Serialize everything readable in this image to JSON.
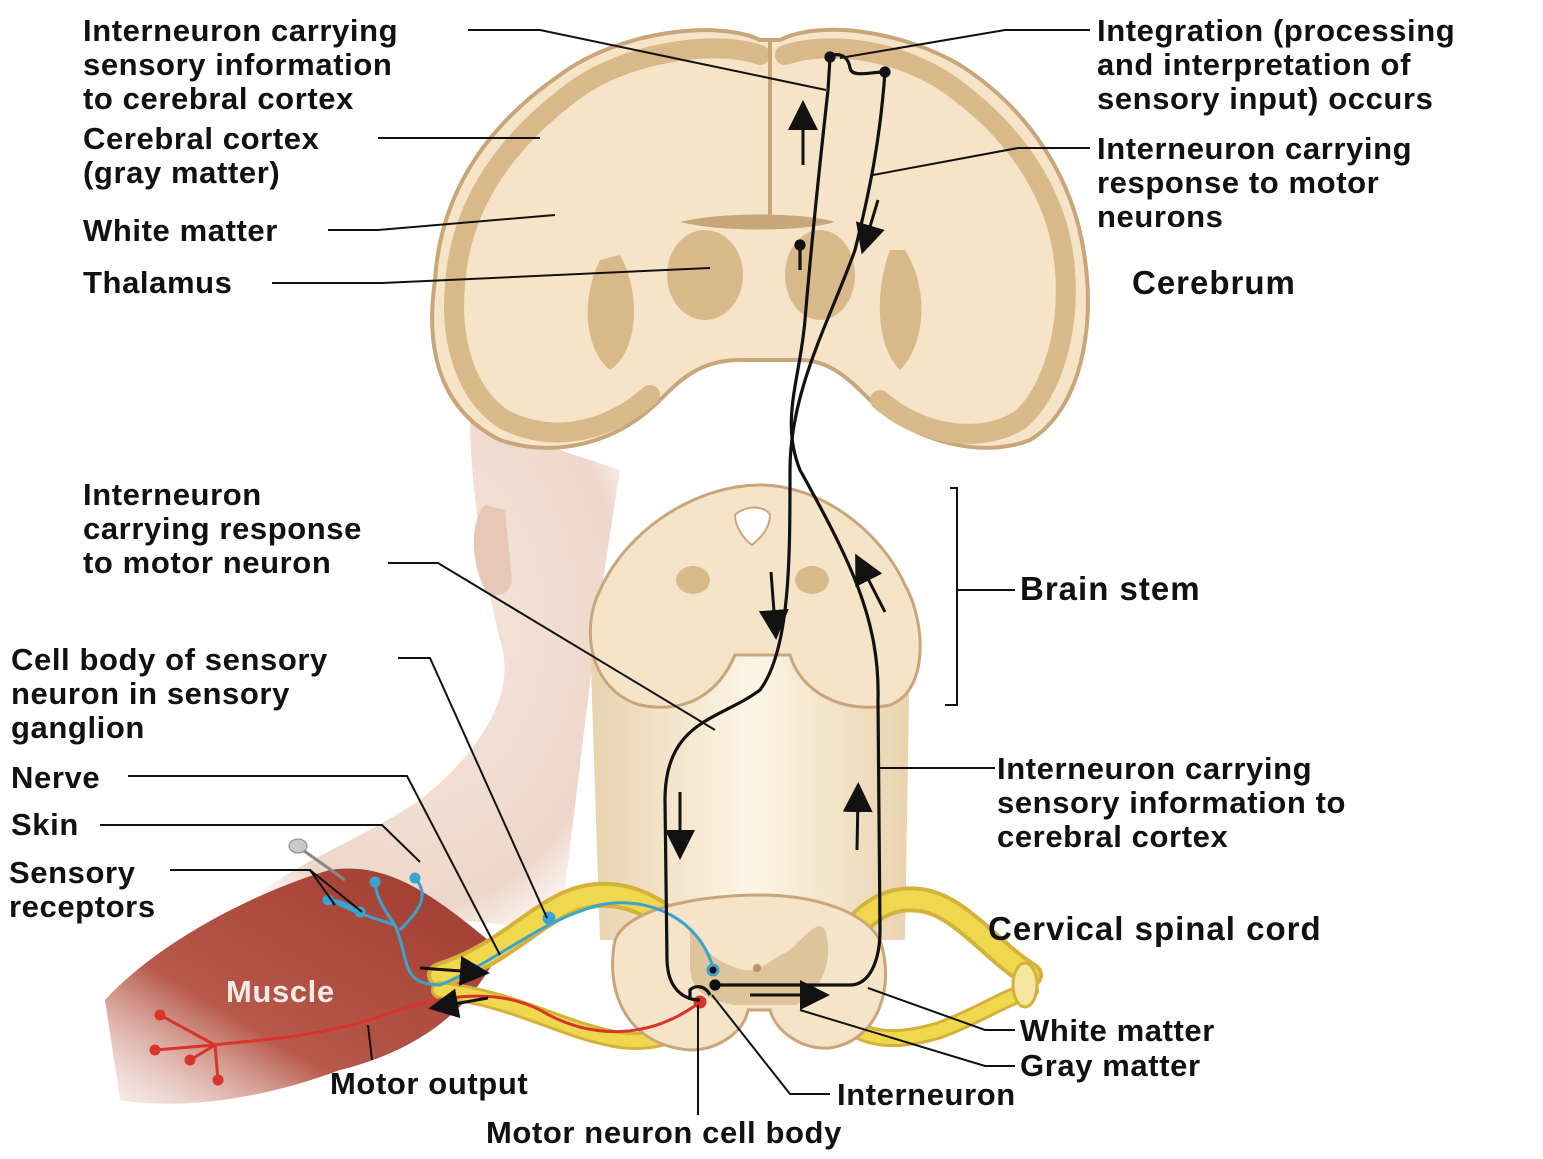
{
  "colors": {
    "brain_white": "#f4e3c6",
    "brain_gray": "#d9b98a",
    "brain_edge": "#c9a57a",
    "skin": "#efd9cf",
    "muscle": "#b14a3c",
    "nerve_yellow": "#f0d84e",
    "sensory_blue": "#3aa3cf",
    "motor_red": "#d8342a",
    "leader": "#111111"
  },
  "labels": {
    "interneuron_sensory_top": "Interneuron carrying\nsensory information\nto cerebral cortex",
    "cerebral_cortex": "Cerebral cortex\n(gray matter)",
    "white_matter_top": "White matter",
    "thalamus": "Thalamus",
    "integration": "Integration (processing\nand interpretation of\nsensory input) occurs",
    "interneuron_response_top": "Interneuron carrying\nresponse to motor\nneurons",
    "cerebrum": "Cerebrum",
    "interneuron_response_mid": "Interneuron\ncarrying response\nto motor neuron",
    "brain_stem": "Brain stem",
    "cell_body_sensory": "Cell body of sensory\nneuron in sensory\nganglion",
    "nerve": "Nerve",
    "skin": "Skin",
    "sensory_receptors": "Sensory\nreceptors",
    "interneuron_sensory_mid": "Interneuron carrying\nsensory information to\ncerebral cortex",
    "cervical_spinal_cord": "Cervical spinal cord",
    "muscle": "Muscle",
    "white_matter_bottom": "White matter",
    "gray_matter": "Gray matter",
    "motor_output": "Motor output",
    "interneuron": "Interneuron",
    "motor_neuron_cell_body": "Motor neuron cell body"
  },
  "icons": [
    "pin-icon",
    "arrow-up-icon",
    "arrow-down-icon",
    "arrow-right-icon",
    "arrow-left-icon"
  ]
}
